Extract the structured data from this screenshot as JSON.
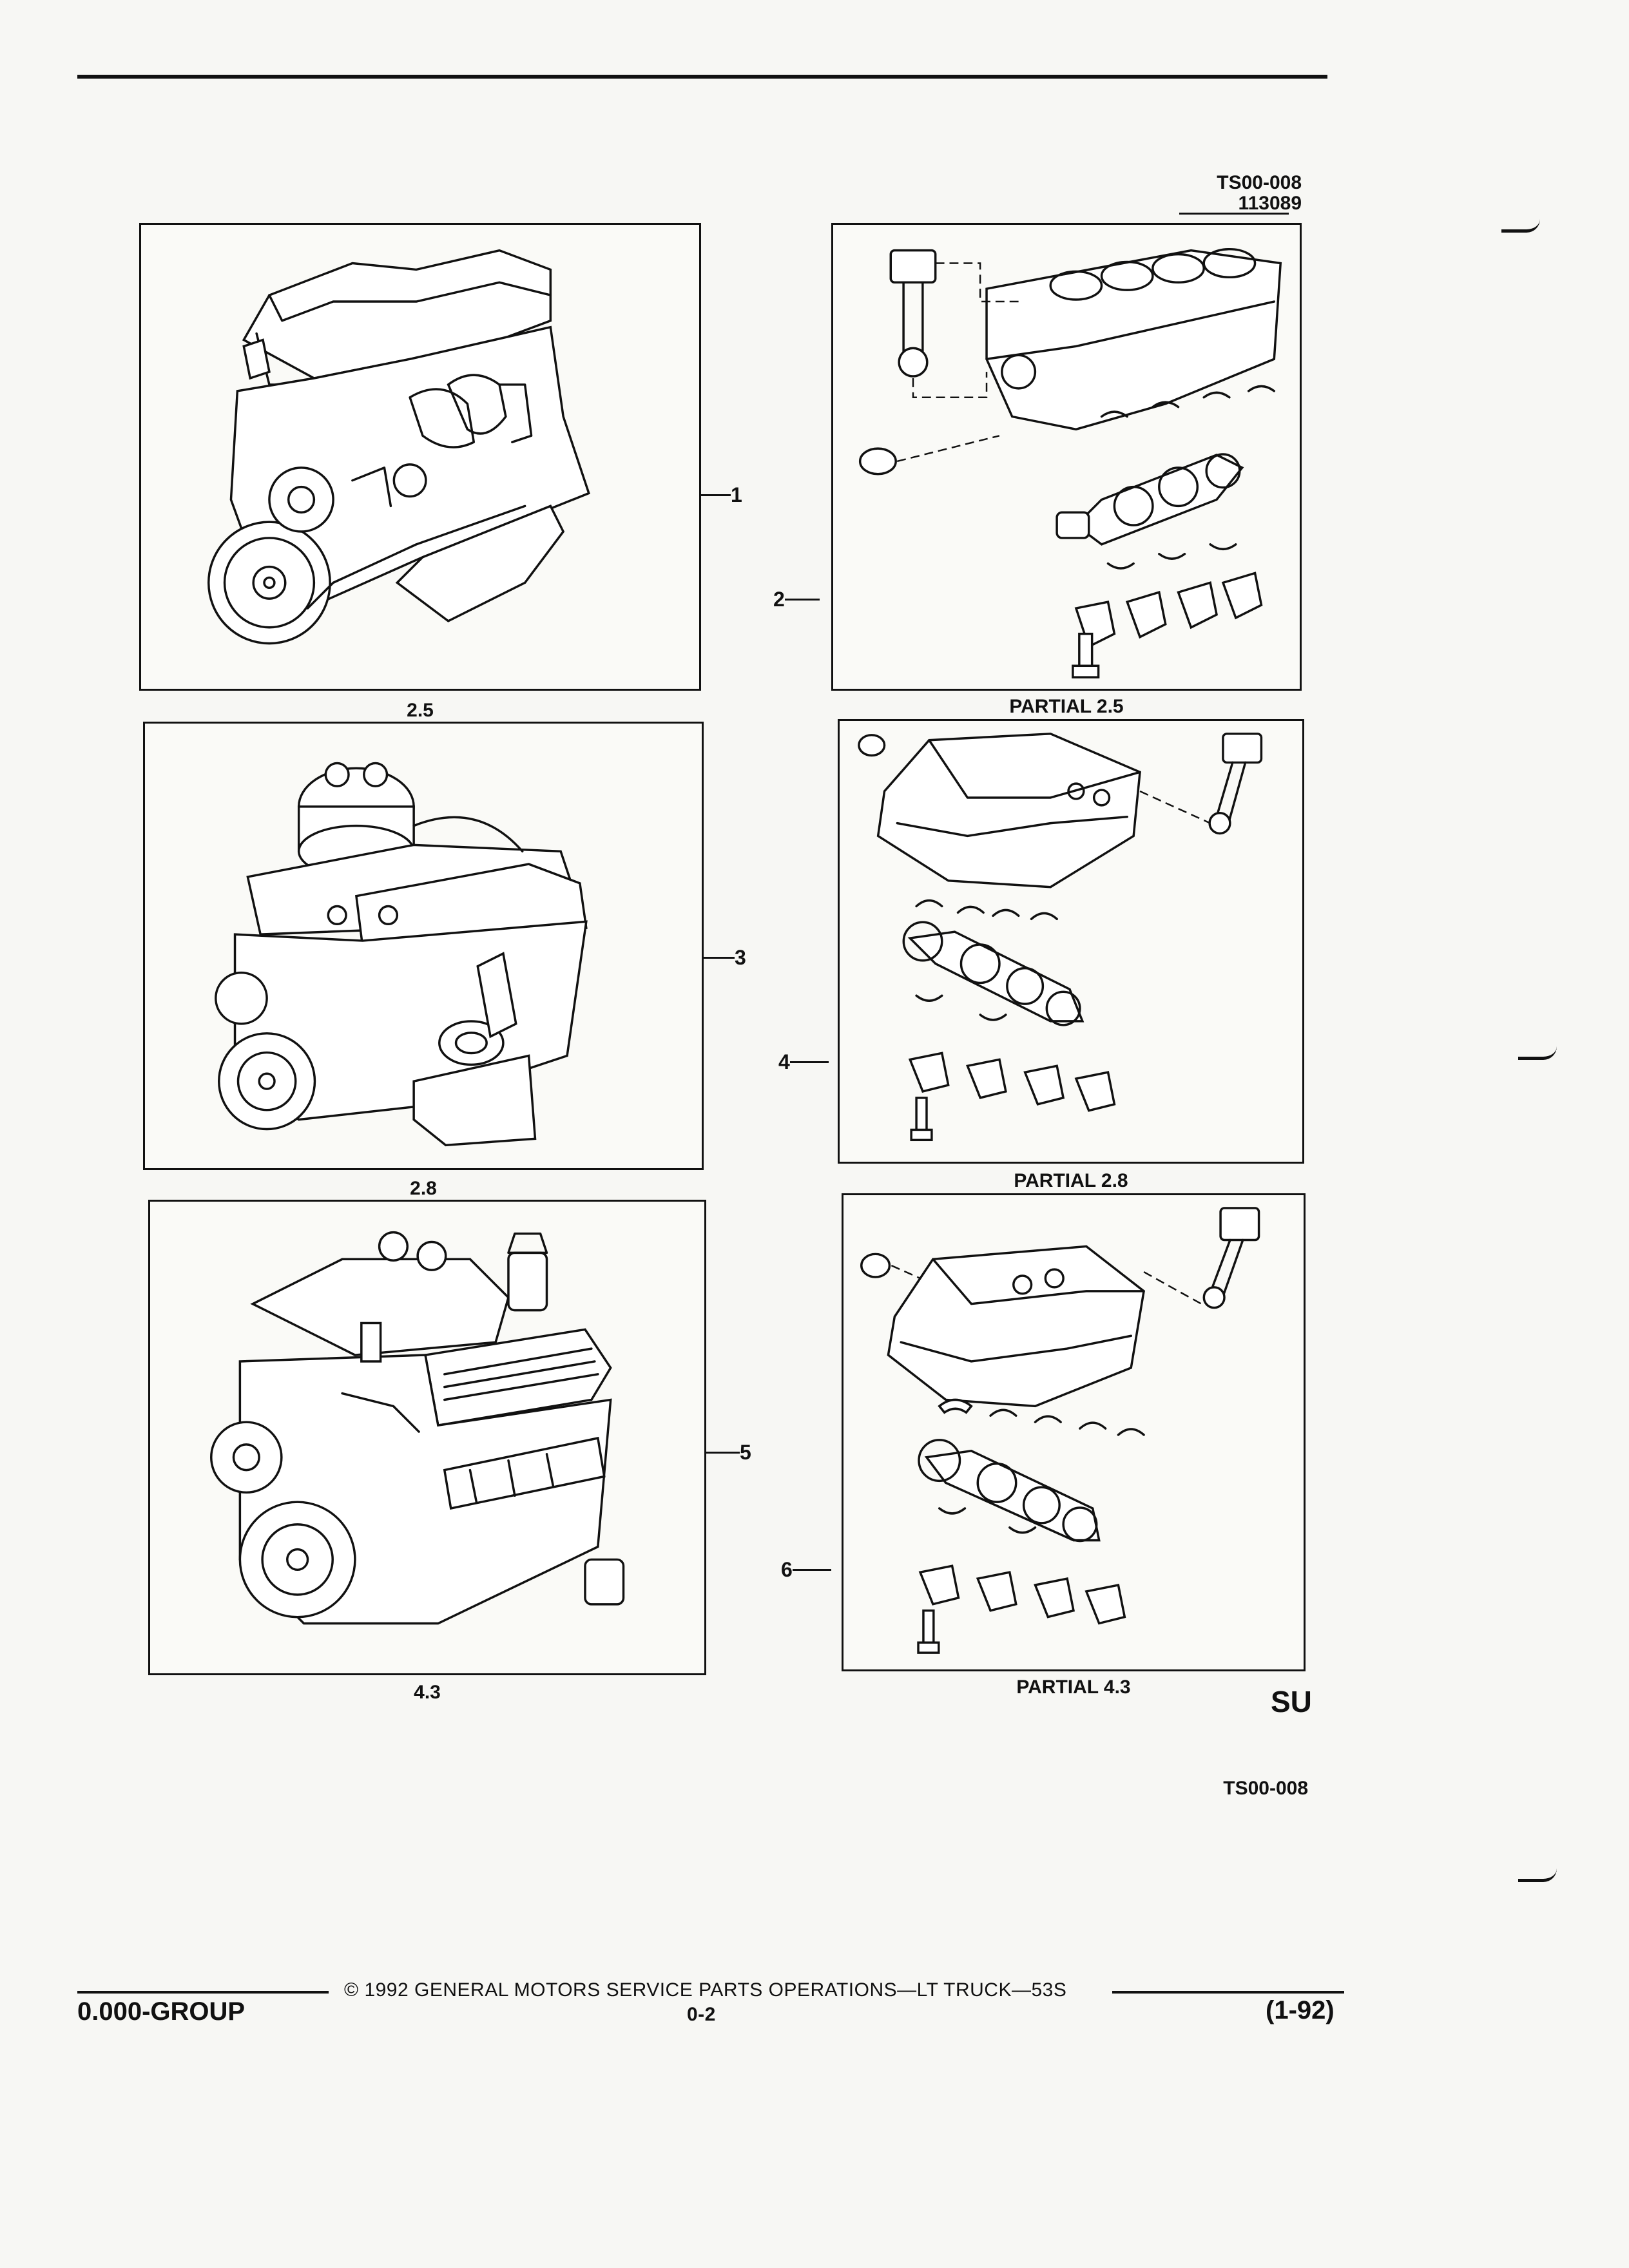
{
  "header": {
    "ref_code": "TS00-008",
    "ref_number": "113089"
  },
  "panels": [
    {
      "caption": "2.5",
      "callout": "1"
    },
    {
      "caption": "PARTIAL 2.5",
      "callout": "2"
    },
    {
      "caption": "2.8",
      "callout": "3"
    },
    {
      "caption": "PARTIAL 2.8",
      "callout": "4"
    },
    {
      "caption": "4.3",
      "callout": "5"
    },
    {
      "caption": "PARTIAL 4.3",
      "callout": "6"
    }
  ],
  "bottom_ref": "TS00-008",
  "logo_text": "SU",
  "footer": {
    "copyright": "© 1992 GENERAL MOTORS SERVICE PARTS OPERATIONS—LT TRUCK—53S",
    "group": "0.000-GROUP",
    "page": "0-2",
    "date_code": "(1-92)"
  }
}
